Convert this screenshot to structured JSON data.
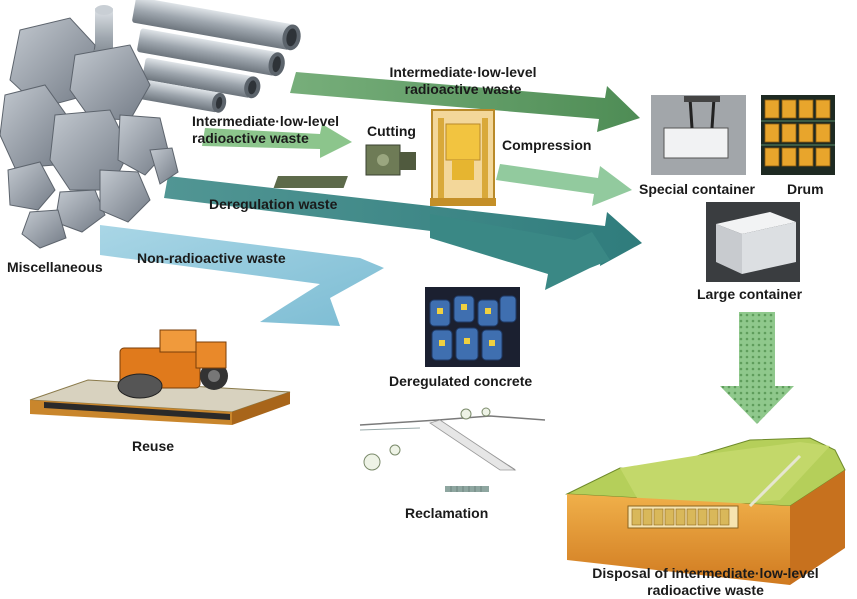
{
  "labels": {
    "miscellaneous": "Miscellaneous",
    "ilw_top_line1": "Intermediate·low-level",
    "ilw_top_line2": "radioactive waste",
    "ilw_mid_line1": "Intermediate·low-level",
    "ilw_mid_line2": "radioactive waste",
    "cutting": "Cutting",
    "compression": "Compression",
    "special_container": "Special container",
    "drum": "Drum",
    "deregulation_waste": "Deregulation waste",
    "non_radioactive_waste": "Non-radioactive waste",
    "large_container": "Large container",
    "deregulated_concrete": "Deregulated concrete",
    "reuse": "Reuse",
    "reclamation": "Reclamation",
    "disposal_line1": "Disposal of intermediate·low-level",
    "disposal_line2": "radioactive waste"
  },
  "colors": {
    "arrow_green": "#5e9a60",
    "arrow_light_green": "#8cc48e",
    "arrow_teal": "#3f8f8c",
    "arrow_blue": "#8ec9dd",
    "debris_gray": "#8e96a0",
    "pipe_gray": "#b5bcc4",
    "roller_orange": "#e07a1c",
    "soil_orange": "#e69a3a",
    "grass_green": "#b5cf5a"
  }
}
